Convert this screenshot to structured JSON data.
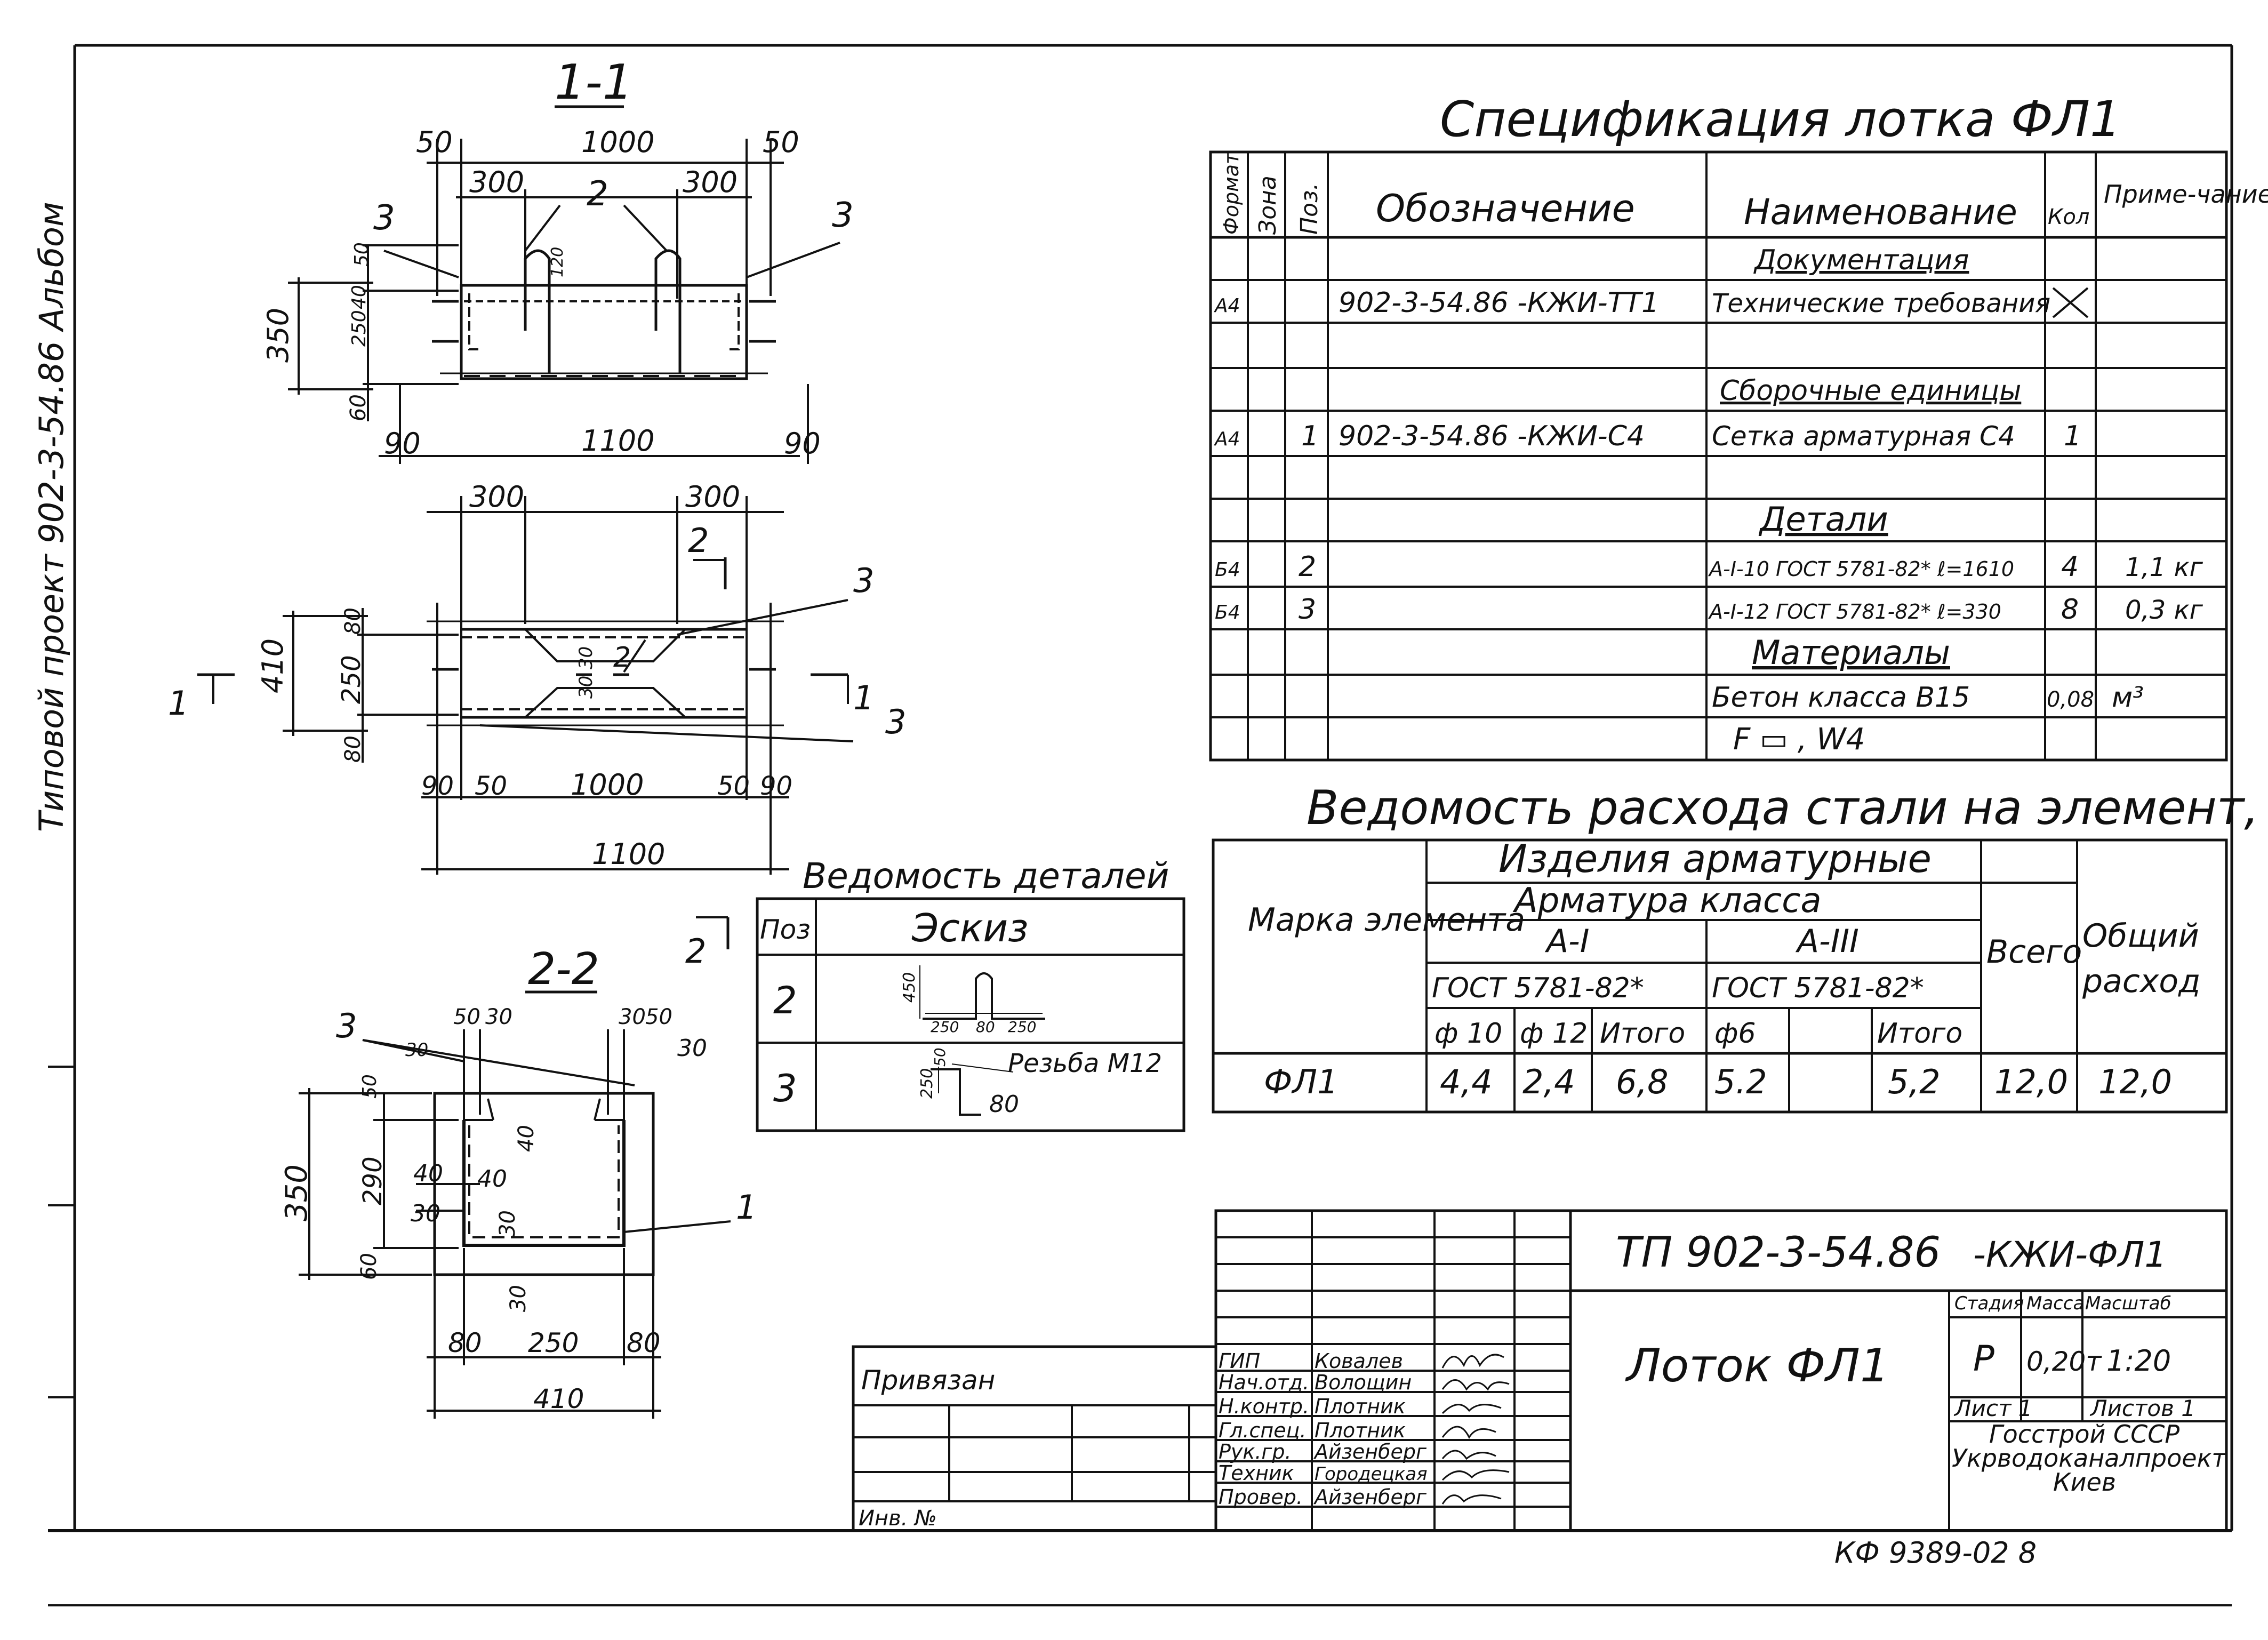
{
  "side_text": "Типовой проект 902-3-54.86 Альбом",
  "spec": {
    "title": "Спецификация лотка ФЛ1",
    "headers": [
      "Формат",
      "Зона",
      "Поз.",
      "Обозначение",
      "Наименование",
      "Кол",
      "Приме-чание"
    ],
    "rows": [
      {
        "fmt": "",
        "zone": "",
        "pos": "",
        "des": "",
        "name": "Документация",
        "qty": "",
        "note": "",
        "section": true
      },
      {
        "fmt": "А4",
        "zone": "",
        "pos": "",
        "des": "902-3-54.86    -КЖИ-ТТ1",
        "name": "Технические требования",
        "qty": "✕",
        "note": ""
      },
      {
        "fmt": "",
        "zone": "",
        "pos": "",
        "des": "",
        "name": "",
        "qty": "",
        "note": ""
      },
      {
        "fmt": "",
        "zone": "",
        "pos": "",
        "des": "",
        "name": "Сборочные единицы",
        "qty": "",
        "note": "",
        "section": true
      },
      {
        "fmt": "А4",
        "zone": "",
        "pos": "1",
        "des": "902-3-54.86 -КЖИ-С4",
        "name": "Сетка арматурная С4",
        "qty": "1",
        "note": ""
      },
      {
        "fmt": "",
        "zone": "",
        "pos": "",
        "des": "",
        "name": "",
        "qty": "",
        "note": ""
      },
      {
        "fmt": "",
        "zone": "",
        "pos": "",
        "des": "",
        "name": "Детали",
        "qty": "",
        "note": "",
        "section": true
      },
      {
        "fmt": "Б4",
        "zone": "",
        "pos": "2",
        "des": "",
        "name": "А-I-10 ГОСТ 5781-82* ℓ=1610",
        "qty": "4",
        "note": "1,1 кг"
      },
      {
        "fmt": "Б4",
        "zone": "",
        "pos": "3",
        "des": "",
        "name": "А-I-12 ГОСТ 5781-82* ℓ=330",
        "qty": "8",
        "note": "0,3 кг"
      },
      {
        "fmt": "",
        "zone": "",
        "pos": "",
        "des": "",
        "name": "Материалы",
        "qty": "",
        "note": "",
        "section": true
      },
      {
        "fmt": "",
        "zone": "",
        "pos": "",
        "des": "",
        "name": "Бетон класса В15",
        "qty": "0,08",
        "note": "м³"
      },
      {
        "fmt": "",
        "zone": "",
        "pos": "",
        "des": "",
        "name": "F ▭ , W4",
        "qty": "",
        "note": ""
      }
    ]
  },
  "steel": {
    "title": "Ведомость расхода стали на элемент, кг",
    "h_mark": "Марка элемента",
    "h_izd": "Изделия арматурные",
    "h_arm": "Арматура класса",
    "h_a1": "А-I",
    "h_a3": "А-III",
    "h_gost1": "ГОСТ 5781-82*",
    "h_gost3": "ГОСТ 5781-82*",
    "h_d10": "ф 10",
    "h_d12": "ф 12",
    "h_it1": "Итого",
    "h_d6": "ф6",
    "h_it3": "Итого",
    "h_total": "Всего",
    "h_common": "Общий расход",
    "row": {
      "mark": "ФЛ1",
      "d10": "4,4",
      "d12": "2,4",
      "it1": "6,8",
      "d6": "5.2",
      "blank": "",
      "it3": "5,2",
      "total": "12,0",
      "common": "12,0"
    }
  },
  "details": {
    "title": "Ведомость деталей",
    "h_pos": "Поз",
    "h_sketch": "Эскиз",
    "rows": [
      {
        "pos": "2",
        "dims": [
          "450",
          "250",
          "80",
          "250"
        ]
      },
      {
        "pos": "3",
        "dims": [
          "250",
          "50",
          "80"
        ],
        "note": "Резьба М12"
      }
    ]
  },
  "section11": {
    "label": "1-1",
    "dims": [
      "50",
      "1000",
      "50",
      "300",
      "2",
      "300",
      "3",
      "3",
      "50",
      "120",
      "350",
      "40",
      "250",
      "60",
      "90",
      "1100",
      "90"
    ]
  },
  "plan": {
    "dims": [
      "300",
      "300",
      "2",
      "3",
      "80",
      "410",
      "250",
      "30",
      "2",
      "30",
      "80",
      "1",
      "1",
      "3",
      "90",
      "50",
      "1000",
      "50",
      "90",
      "1100",
      "2"
    ]
  },
  "section22": {
    "label": "2-2",
    "dims": [
      "3",
      "30",
      "50",
      "30",
      "30",
      "50",
      "30",
      "50",
      "40",
      "350",
      "290",
      "40",
      "40",
      "30",
      "30",
      "1",
      "60",
      "30",
      "80",
      "250",
      "80",
      "410"
    ]
  },
  "title_block": {
    "code": "ТП 902-3-54.86",
    "code_suffix": "-КЖИ-ФЛ1",
    "name": "Лоток ФЛ1",
    "h_stage": "Стадия",
    "h_mass": "Масса",
    "h_scale": "Масштаб",
    "stage": "Р",
    "mass": "0,20т",
    "scale": "1:20",
    "sheet": "Лист 1",
    "sheets": "Листов 1",
    "org1": "Госстрой СССР",
    "org2": "Укрводоканалпроект",
    "org3": "Киев",
    "privyazan": "Привязан",
    "inv": "Инв. №",
    "people": [
      {
        "role": "ГИП",
        "name": "Ковалев"
      },
      {
        "role": "Нач.отд.",
        "name": "Волощин"
      },
      {
        "role": "Н.контр.",
        "name": "Плотник"
      },
      {
        "role": "Гл.спец.",
        "name": "Плотник"
      },
      {
        "role": "Рук.гр.",
        "name": "Айзенберг"
      },
      {
        "role": "Техник",
        "name": "Городецкая"
      },
      {
        "role": "Провер.",
        "name": "Айзенберг"
      }
    ]
  },
  "footer": "КФ 9389-02    8"
}
